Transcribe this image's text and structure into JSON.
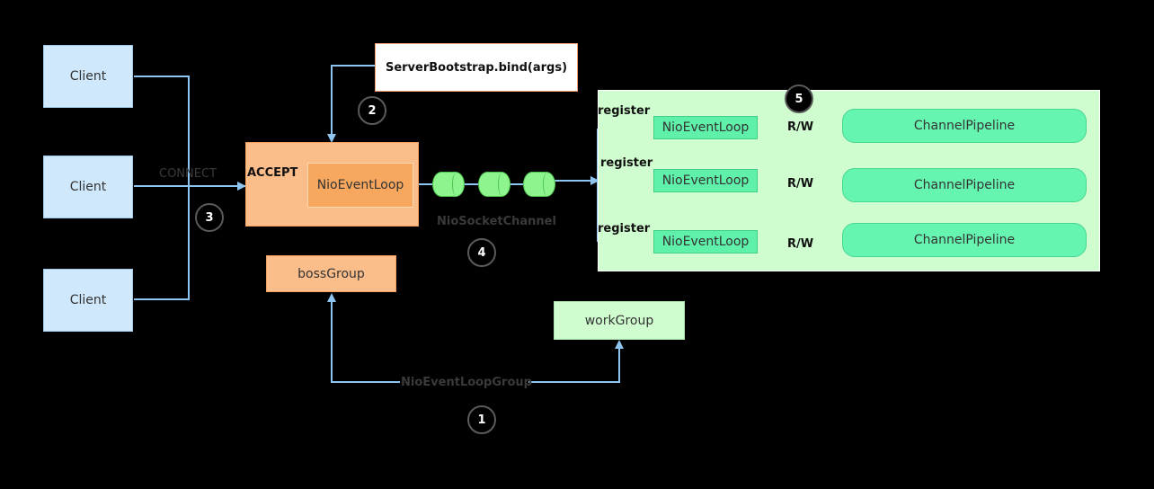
{
  "nodes": {
    "client_1": "Client",
    "client_2": "Client",
    "client_3": "Client",
    "server_bootstrap": "ServerBootstrap.bind(args)",
    "accept_label": "ACCEPT",
    "boss_event_loop": "NioEventLoop",
    "boss_group": "bossGroup",
    "work_group": "workGroup",
    "nio_event_loop_group": "NioEventLoopGroup",
    "nio_socket_channel": "NioSocketChannel",
    "connect_label": "CONNECT"
  },
  "workers": [
    {
      "register_label": "register",
      "event_loop": "NioEventLoop",
      "rw_label": "R/W",
      "pipeline": "ChannelPipeline"
    },
    {
      "register_label": "register",
      "event_loop": "NioEventLoop",
      "rw_label": "R/W",
      "pipeline": "ChannelPipeline"
    },
    {
      "register_label": "register",
      "event_loop": "NioEventLoop",
      "rw_label": "R/W",
      "pipeline": "ChannelPipeline"
    }
  ],
  "steps": [
    "1",
    "2",
    "3",
    "4",
    "5"
  ],
  "colors": {
    "background": "#000000",
    "client_fill": "#cfe8fb",
    "boss_fill": "#fbbd8a",
    "boss_loop_fill": "#f7a85e",
    "worker_panel_fill": "#cffdcf",
    "worker_loop_fill": "#5ff0aa",
    "pipeline_fill": "#66f5b0",
    "arrow": "#8ec5f0"
  }
}
